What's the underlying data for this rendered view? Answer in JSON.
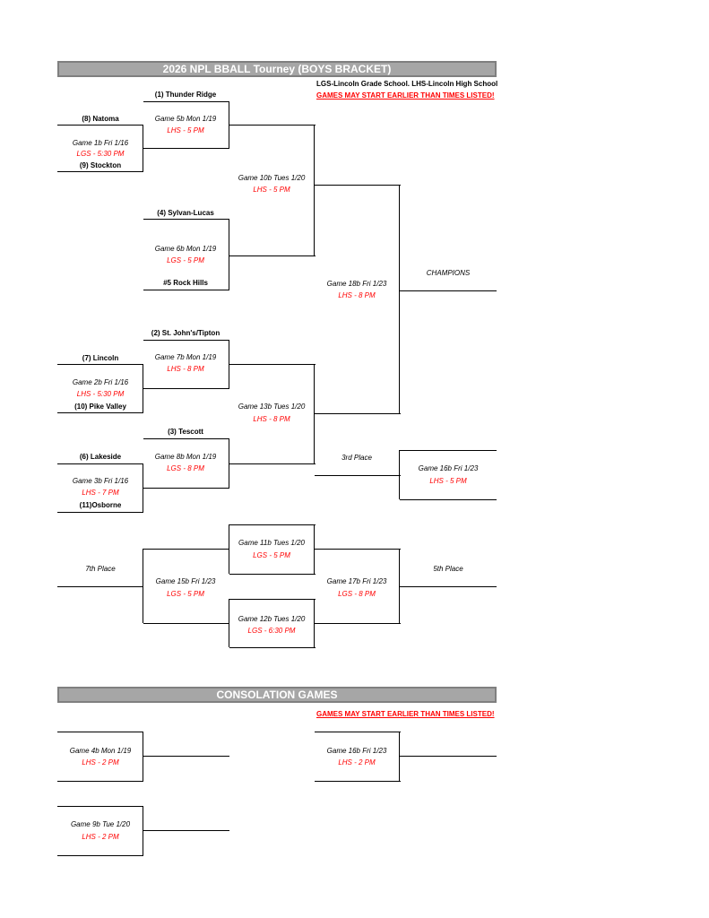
{
  "header": {
    "title": "2026 NPL BBALL Tourney (BOYS BRACKET)",
    "legend": "LGS-Lincoln Grade School. LHS-Lincoln High School",
    "warning": "GAMES MAY START EARLIER THAN TIMES LISTED!"
  },
  "teams": {
    "thunder_ridge": "(1) Thunder Ridge",
    "natoma": "(8) Natoma",
    "stockton": "(9) Stockton",
    "sylvan_lucas": "(4) Sylvan-Lucas",
    "rock_hills": "#5 Rock Hills",
    "st_johns": "(2) St. John's/Tipton",
    "lincoln": "(7) Lincoln",
    "pike_valley": "(10) Pike Valley",
    "tescott": "(3) Tescott",
    "lakeside": "(6) Lakeside",
    "osborne": "(11)Osborne"
  },
  "games": {
    "g5b": {
      "label": "Game 5b Mon 1/19",
      "time": "LHS - 5 PM"
    },
    "g1b": {
      "label": "Game 1b Fri 1/16",
      "time": "LGS - 5:30 PM"
    },
    "g10b": {
      "label": "Game 10b Tues 1/20",
      "time": "LHS - 5 PM"
    },
    "g6b": {
      "label": "Game 6b Mon 1/19",
      "time": "LGS - 5 PM"
    },
    "g18b": {
      "label": "Game 18b Fri 1/23",
      "time": "LHS - 8 PM"
    },
    "g7b": {
      "label": "Game 7b Mon 1/19",
      "time": "LHS - 8 PM"
    },
    "g2b": {
      "label": "Game 2b Fri 1/16",
      "time": "LHS - 5:30 PM"
    },
    "g13b": {
      "label": "Game 13b Tues 1/20",
      "time": "LHS - 8 PM"
    },
    "g8b": {
      "label": "Game 8b Mon 1/19",
      "time": "LGS - 8 PM"
    },
    "g3b": {
      "label": "Game 3b Fri 1/16",
      "time": "LHS - 7 PM"
    },
    "g16b_third": {
      "label": "Game 16b Fri 1/23",
      "time": "LHS - 5 PM"
    },
    "g11b": {
      "label": "Game 11b Tues 1/20",
      "time": "LGS - 5 PM"
    },
    "g15b": {
      "label": "Game 15b Fri 1/23",
      "time": "LGS - 5 PM"
    },
    "g17b": {
      "label": "Game 17b Fri 1/23",
      "time": "LGS - 8 PM"
    },
    "g12b": {
      "label": "Game 12b Tues 1/20",
      "time": "LGS - 6:30 PM"
    }
  },
  "places": {
    "champions": "CHAMPIONS",
    "third": "3rd Place",
    "seventh": "7th Place",
    "fifth": "5th Place"
  },
  "consolation": {
    "title": "CONSOLATION GAMES",
    "warning": "GAMES MAY START EARLIER THAN TIMES LISTED!",
    "g4b": {
      "label": "Game 4b Mon 1/19",
      "time": "LHS - 2 PM"
    },
    "g16b": {
      "label": "Game 16b Fri 1/23",
      "time": "LHS - 2 PM"
    },
    "g9b": {
      "label": "Game 9b Tue 1/20",
      "time": "LHS - 2 PM"
    }
  }
}
